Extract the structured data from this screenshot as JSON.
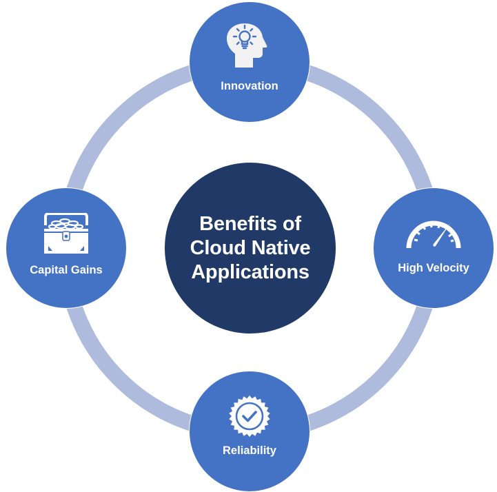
{
  "diagram": {
    "type": "hub-and-ring",
    "center": {
      "title_lines": [
        "Benefits of",
        "Cloud Native",
        "Applications"
      ]
    },
    "nodes": [
      {
        "id": "innovation",
        "label": "Innovation",
        "icon": "head-lightbulb-icon",
        "position": "top"
      },
      {
        "id": "velocity",
        "label": "High Velocity",
        "icon": "speedometer-icon",
        "position": "right"
      },
      {
        "id": "reliability",
        "label": "Reliability",
        "icon": "badge-check-icon",
        "position": "bottom"
      },
      {
        "id": "capital",
        "label": "Capital Gains",
        "icon": "treasure-chest-icon",
        "position": "left"
      }
    ]
  },
  "colors": {
    "center_fill": "#213966",
    "node_fill": "#4472c4",
    "ring": "#aebbdd",
    "text": "#ffffff",
    "icon_light": "#f2f2f2"
  }
}
